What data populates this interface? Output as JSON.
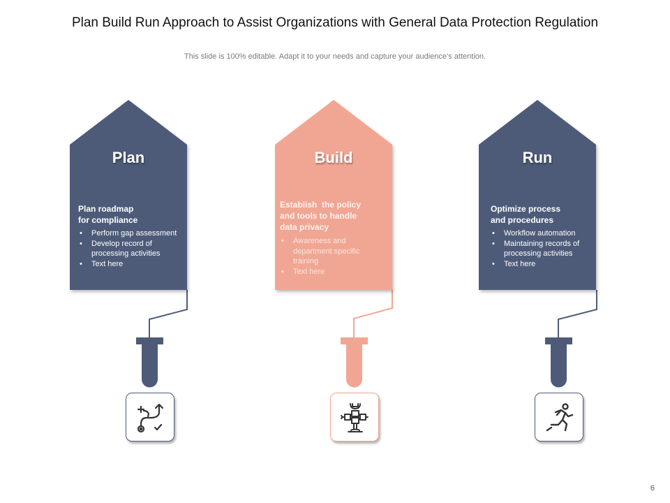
{
  "title": "Plan Build Run Approach to Assist Organizations with General Data Protection Regulation",
  "subtitle": "This slide is 100% editable. Adapt it to your needs and capture your audience’s attention.",
  "colors": {
    "navy": "#4d5b79",
    "salmon": "#f1a694"
  },
  "stages": [
    {
      "title": "Plan",
      "heading": [
        "Plan roadmap",
        "for compliance"
      ],
      "bullets": [
        "Perform gap assessment",
        "Develop record of processing activities",
        "Text here"
      ],
      "icon": "roadmap-path-icon"
    },
    {
      "title": "Build",
      "heading": [
        "Establish  the policy",
        "and tools to handle",
        "data privacy"
      ],
      "bullets": [
        "Awareness and department specific training",
        "Text here"
      ],
      "icon": "tools-wrench-icon"
    },
    {
      "title": "Run",
      "heading": [
        "Optimize process",
        "and procedures"
      ],
      "bullets": [
        "Workflow automation",
        "Maintaining records of processing activities",
        "Text here"
      ],
      "icon": "running-person-icon"
    }
  ],
  "page_number": "6"
}
